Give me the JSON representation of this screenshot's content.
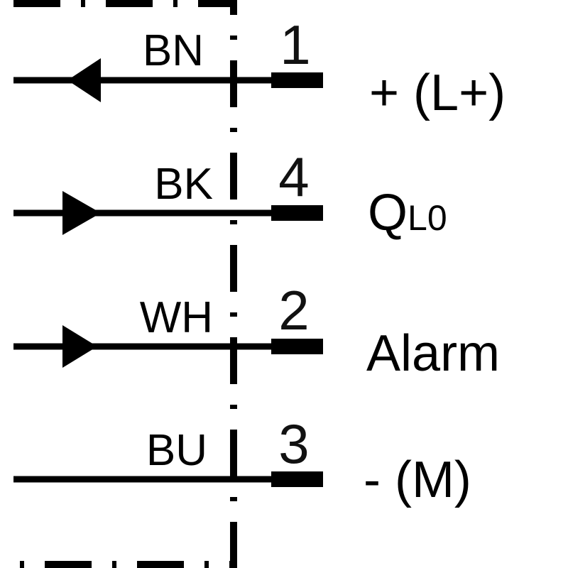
{
  "wires": [
    {
      "color_code": "BN",
      "pin": "1",
      "signal": "+ (L+)",
      "arrow": "left"
    },
    {
      "color_code": "BK",
      "pin": "4",
      "signal": "Q",
      "signal_sub": "L0",
      "arrow": "right"
    },
    {
      "color_code": "WH",
      "pin": "2",
      "signal": "Alarm",
      "arrow": "right"
    },
    {
      "color_code": "BU",
      "pin": "3",
      "signal": "- (M)",
      "arrow": "none"
    }
  ]
}
